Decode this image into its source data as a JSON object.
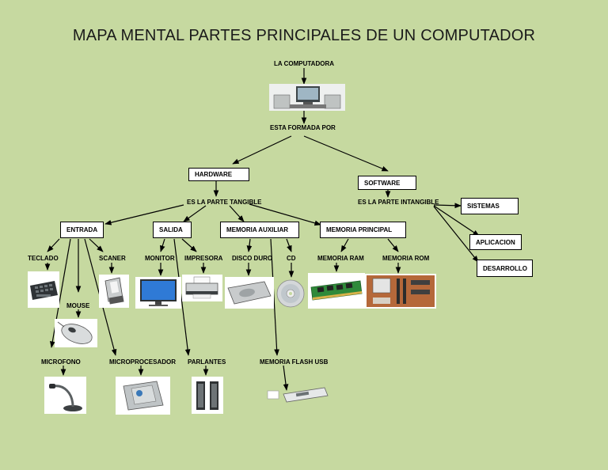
{
  "title": "MAPA  MENTAL PARTES PRINCIPALES DE UN COMPUTADOR",
  "nodes": {
    "computadora": "LA COMPUTADORA",
    "formada": "ESTA FORMADA POR",
    "hardware": "HARDWARE",
    "software": "SOFTWARE",
    "tangible": "ES LA PARTE TANGIBLE",
    "intangible": "ES LA PARTE INTANGIBLE",
    "sistemas": "SISTEMAS",
    "aplicacion": "APLICACION",
    "desarrollo": "DESARROLLO",
    "entrada": "ENTRADA",
    "salida": "SALIDA",
    "memoria_auxiliar": "MEMORIA AUXILIAR",
    "memoria_principal": "MEMORIA PRINCIPAL",
    "teclado": "TECLADO",
    "scaner": "SCANER",
    "mouse": "MOUSE",
    "microfono": "MICROFONO",
    "microprocesador": "MICROPROCESADOR",
    "monitor": "MONITOR",
    "impresora": "IMPRESORA",
    "parlantes": "PARLANTES",
    "disco_duro": "DISCO DURO",
    "cd": "CD",
    "memoria_flash": "MEMORIA FLASH USB",
    "memoria_ram": "MEMORIA RAM",
    "memoria_rom": "MEMORIA ROM"
  },
  "icons": {
    "computadora": "desktop-computer-icon",
    "teclado": "keyboard-icon",
    "scaner": "scanner-icon",
    "mouse": "mouse-icon",
    "microfono": "microphone-icon",
    "microprocesador": "cpu-chip-icon",
    "monitor": "monitor-icon",
    "impresora": "printer-icon",
    "parlantes": "speakers-icon",
    "disco_duro": "hard-disk-icon",
    "cd": "cd-disc-icon",
    "memoria_flash": "usb-flash-drive-icon",
    "memoria_ram": "ram-module-icon",
    "memoria_rom": "motherboard-icon"
  },
  "colors": {
    "background": "#c6d9a0",
    "line": "#000000",
    "box_fill": "#ffffff"
  }
}
